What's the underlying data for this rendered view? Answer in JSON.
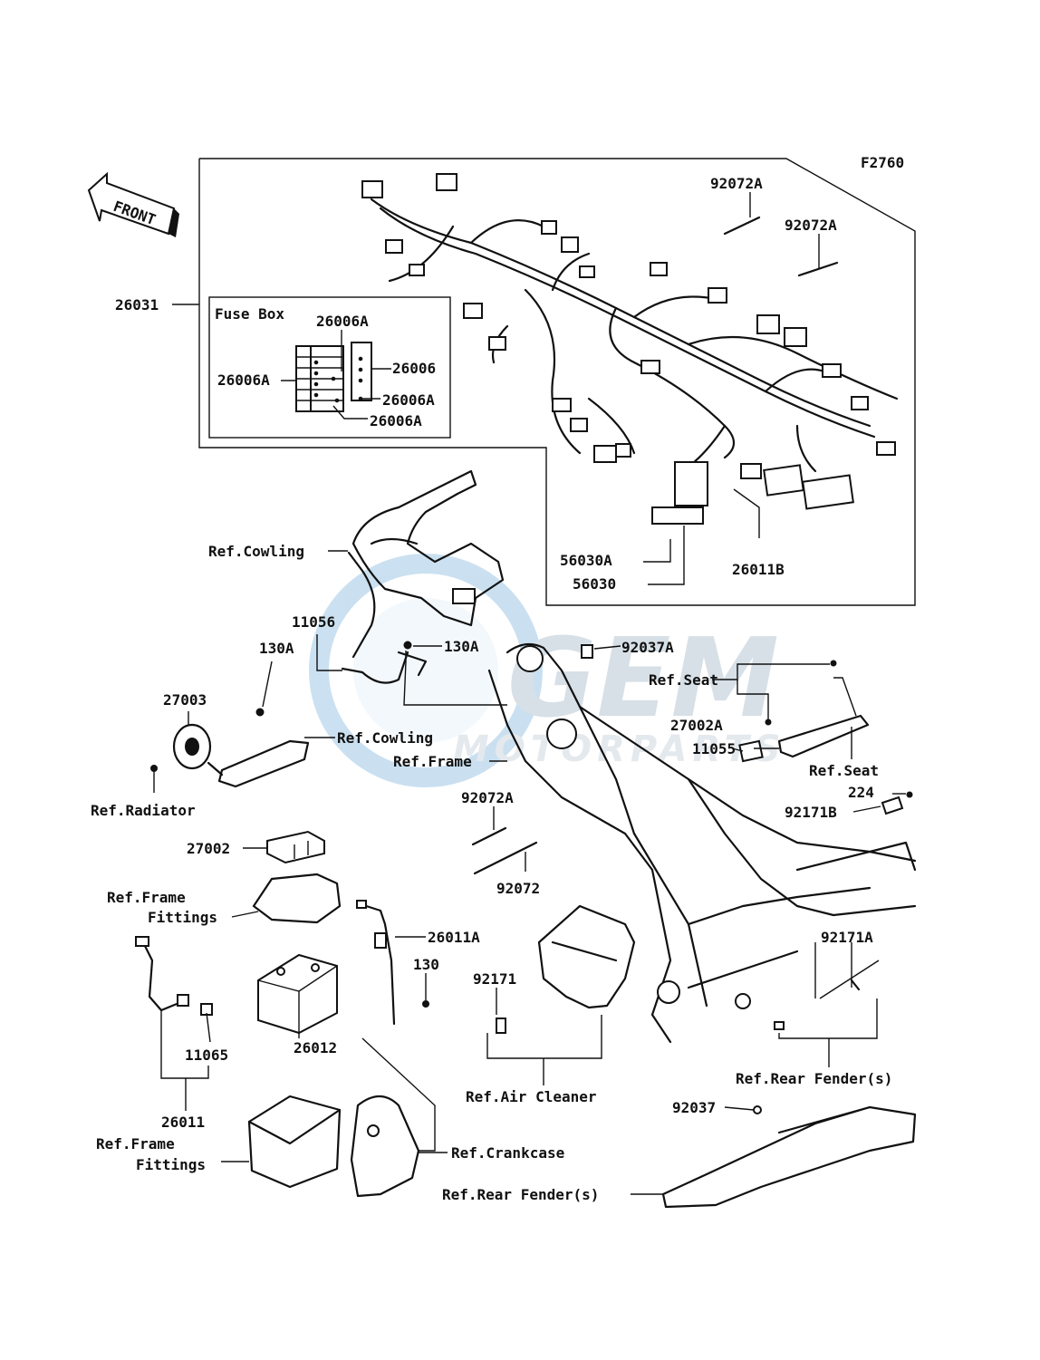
{
  "figure_code": "F2760",
  "front_marker": "FRONT",
  "watermark": {
    "brand": "GEM",
    "sub": "MOTORPARTS"
  },
  "fuse_box_title": "Fuse Box",
  "labels": {
    "p26031": "26031",
    "p26006A_top": "26006A",
    "p26006A_left": "26006A",
    "p26006": "26006",
    "p26006A_right": "26006A",
    "p26006A_bottom": "26006A",
    "p92072A_1": "92072A",
    "p92072A_2": "92072A",
    "p56030A": "56030A",
    "p56030": "56030",
    "p26011B": "26011B",
    "ref_cowling_1": "Ref.Cowling",
    "p11056": "11056",
    "p130A_left": "130A",
    "p130A_right": "130A",
    "p92037A": "92037A",
    "ref_seat_1": "Ref.Seat",
    "p27003": "27003",
    "ref_cowling_2": "Ref.Cowling",
    "ref_frame": "Ref.Frame",
    "p27002A": "27002A",
    "p11055": "11055",
    "ref_seat_2": "Ref.Seat",
    "ref_radiator": "Ref.Radiator",
    "p92072A_3": "92072A",
    "p224": "224",
    "p92171B": "92171B",
    "p27002": "27002",
    "p92072": "92072",
    "ref_frame_fittings_1a": "Ref.Frame",
    "ref_frame_fittings_1b": "Fittings",
    "p26011A": "26011A",
    "p130": "130",
    "p92171": "92171",
    "p92171A": "92171A",
    "p11065": "11065",
    "p26012": "26012",
    "ref_rear_fender_1": "Ref.Rear Fender(s)",
    "ref_air_cleaner": "Ref.Air Cleaner",
    "p26011": "26011",
    "p92037": "92037",
    "ref_frame_fittings_2a": "Ref.Frame",
    "ref_frame_fittings_2b": "Fittings",
    "ref_crankcase": "Ref.Crankcase",
    "ref_rear_fender_2": "Ref.Rear Fender(s)"
  }
}
